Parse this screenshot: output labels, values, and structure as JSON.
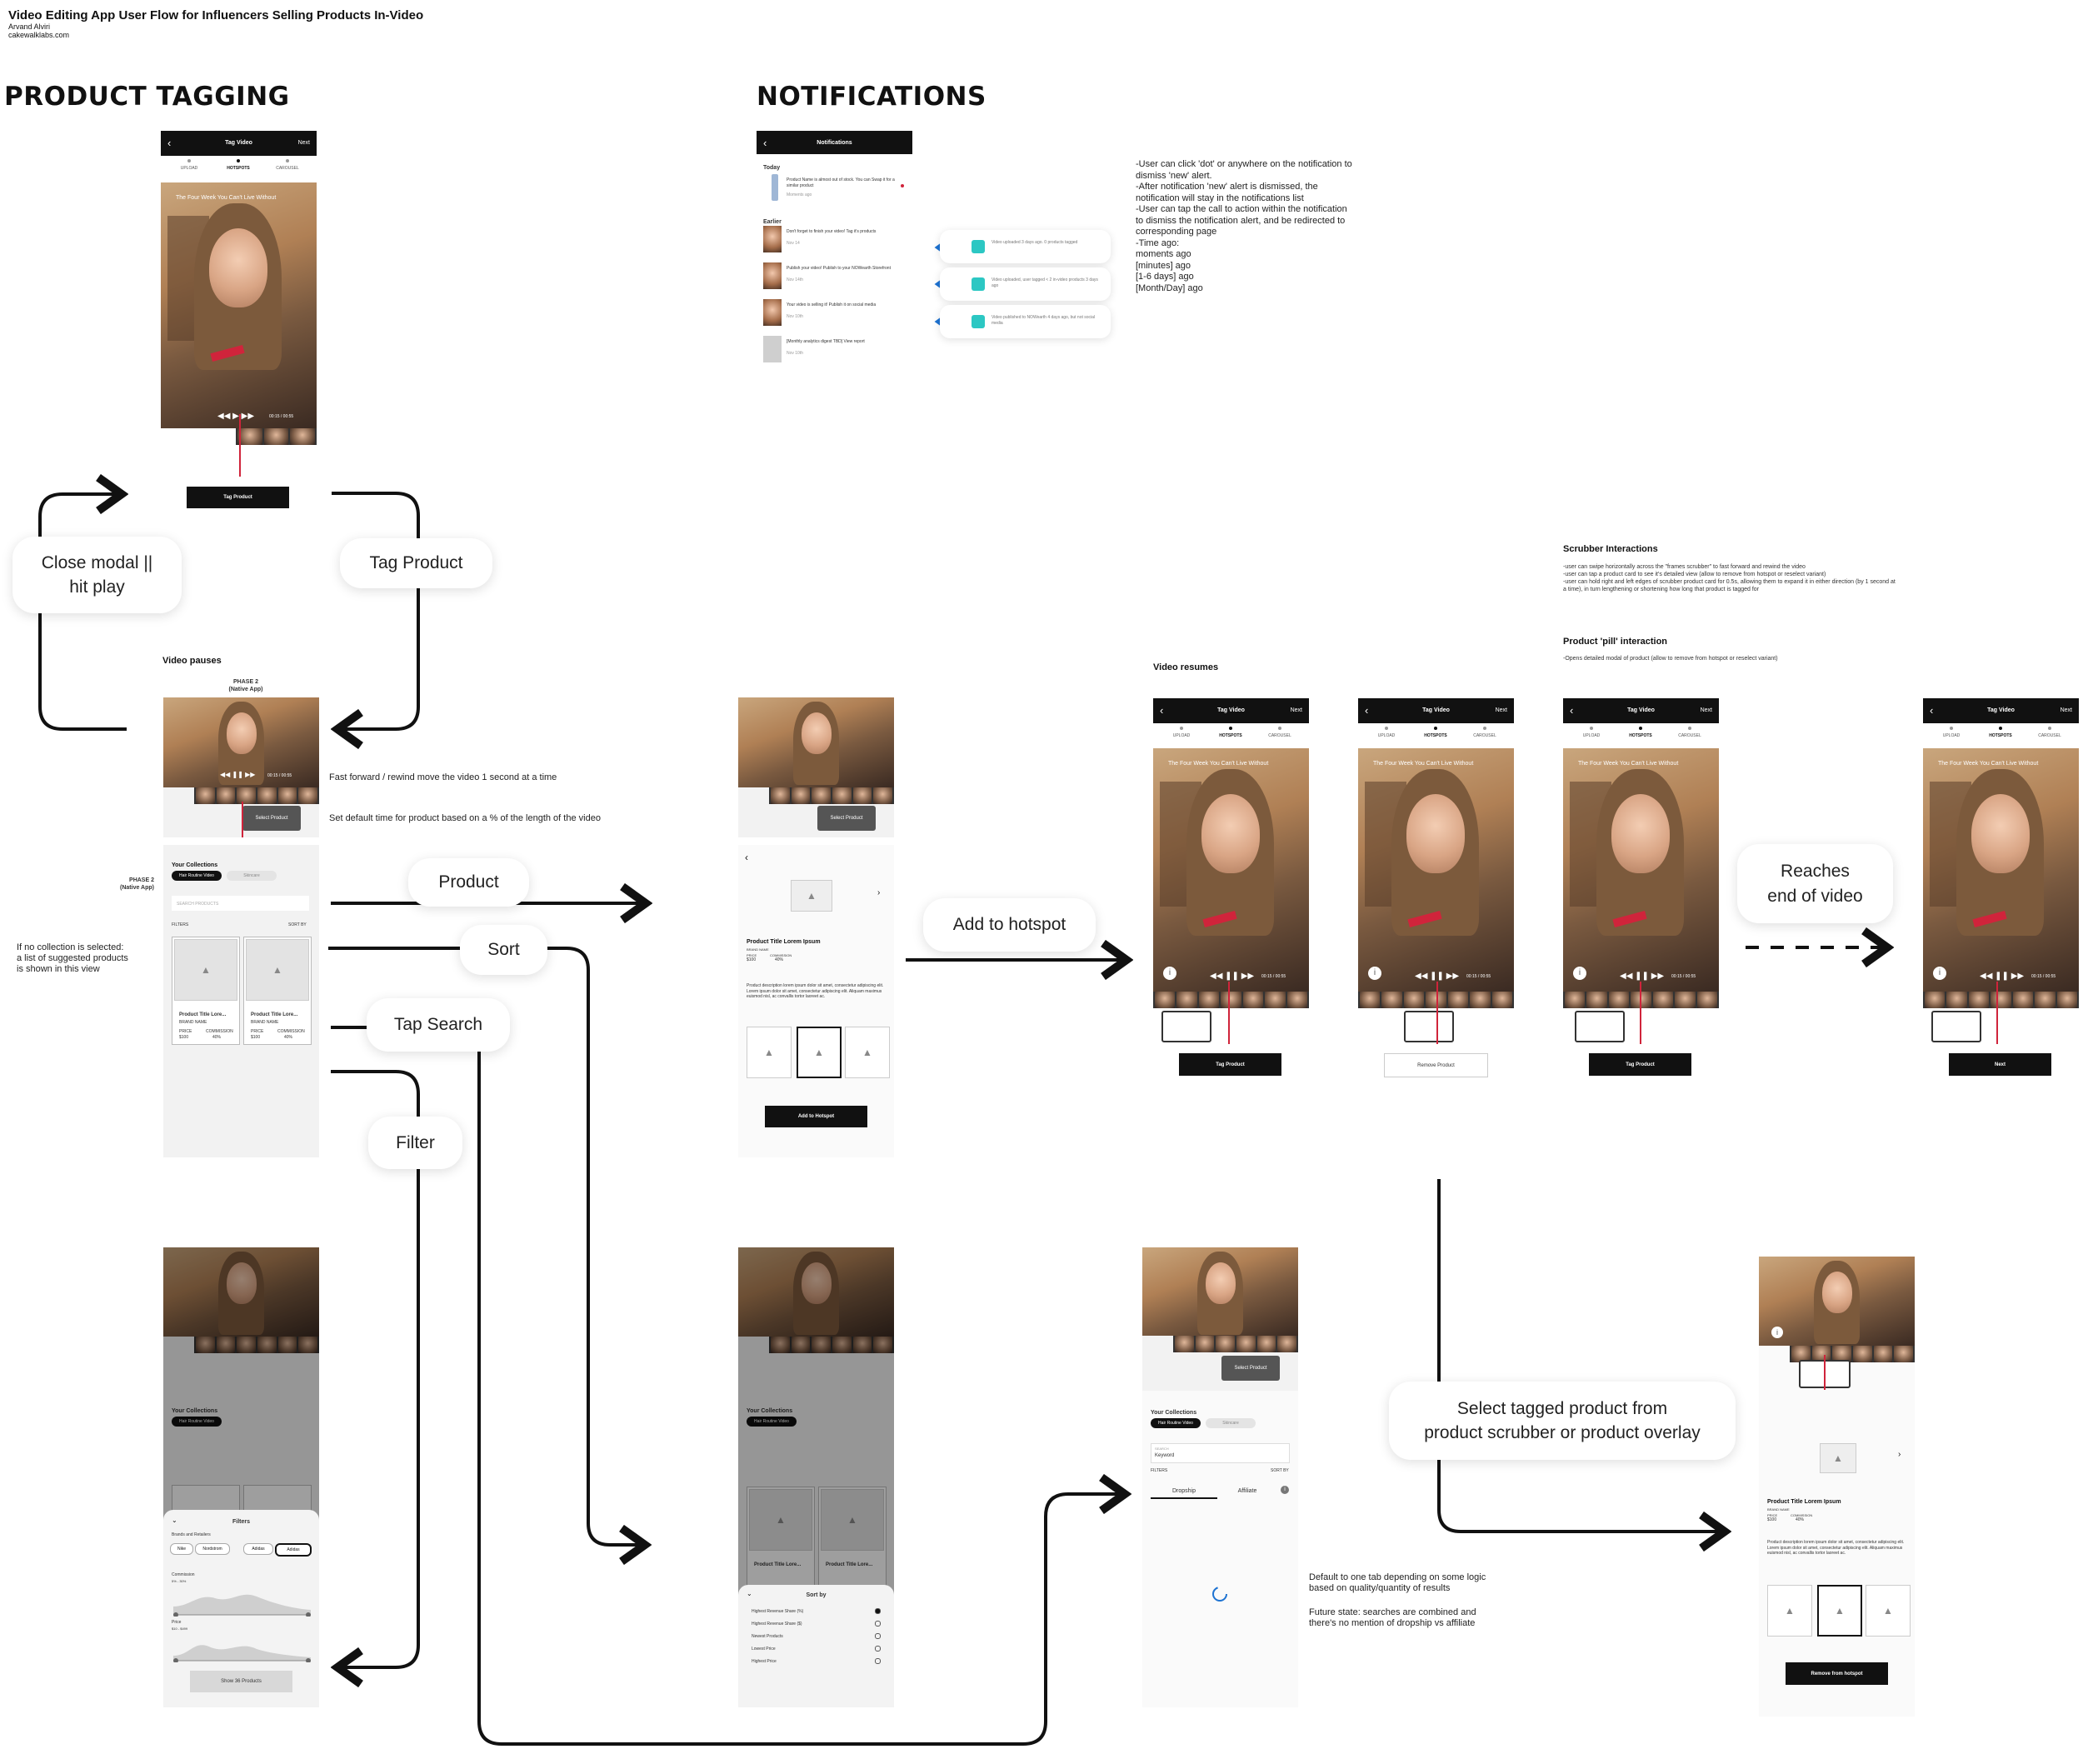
{
  "header": {
    "title": "Video Editing App User Flow for Influencers Selling Products In-Video",
    "author": "Arvand Alviri",
    "site": "cakewalklabs.com"
  },
  "sections": {
    "product_tagging": "PRODUCT TAGGING",
    "notifications": "NOTIFICATIONS"
  },
  "pills": {
    "close_modal": "Close modal ||\nhit play",
    "tag_product": "Tag Product",
    "product": "Product",
    "sort": "Sort",
    "tap_search": "Tap Search",
    "filter": "Filter",
    "add_to_hotspot": "Add to hotspot",
    "reaches_end": "Reaches\nend of video",
    "select_tagged": "Select tagged product from\nproduct scrubber or product overlay"
  },
  "labels": {
    "video_pauses": "Video pauses",
    "video_resumes": "Video resumes",
    "phase2": "PHASE 2\n(Native App)",
    "fast_forward": "Fast forward / rewind move the video 1 second at a time",
    "default_time": "Set default time for product based on a % of the length of the video",
    "no_collection": "If no collection is selected:\na list of suggested products\nis shown in this view",
    "default_tab": "Default to one tab depending on some logic\nbased on quality/quantity of results",
    "future_state": "Future state: searches are combined and\nthere's no mention of dropship vs affiliate"
  },
  "notification_notes": "-User can click 'dot' or anywhere on the notification to dismiss 'new' alert.\n-After notification 'new' alert is dismissed, the notification will stay in the notifications list\n-User can tap the call to action within the notification to dismiss the notification alert, and be redirected to corresponding page\n-Time ago:\n      moments ago\n      [minutes] ago\n      [1-6 days] ago\n      [Month/Day] ago",
  "scrubber": {
    "title": "Scrubber Interactions",
    "body": "-user can swipe horizontally across the \"frames scrubber\" to fast forward and rewind the video\n-user can tap a product card to see it's detailed view (allow to remove from hotspot or reselect variant)\n-user can hold right and left edges of scrubber product card for 0.5s, allowing them to expand it in either direction (by 1 second at a time), in turn lengthening or shortening how long that product is tagged for",
    "pill_title": "Product 'pill' interaction",
    "pill_body": "-Opens detailed modal of product (allow to remove from hotspot or reselect variant)"
  },
  "screen": {
    "tag_video": "Tag Video",
    "next": "Next",
    "steps": [
      "UPLOAD",
      "HOTSPOTS",
      "CAROUSEL"
    ],
    "caption": "The Four Week You Can't Live Without",
    "tag_product_btn": "Tag Product",
    "remove_product_btn": "Remove Product",
    "next_btn": "Next",
    "select_product": "Select Product",
    "your_collections": "Your Collections",
    "chip_active": "Hair Routine Video",
    "chip_other": "Skincare",
    "search_placeholder": "SEARCH PRODUCTS",
    "filters": "FILTERS",
    "sort_by": "SORT BY",
    "product_title": "Product Title Lore...",
    "brand_name": "BRAND NAME",
    "price_lbl": "PRICE",
    "price": "$100",
    "commission_lbl": "COMMISSION",
    "commission": "40%",
    "detail_title": "Product Title Lorem Ipsum",
    "detail_desc": "Product description lorem ipsum dolor sit amet, consectetur adipiscing elit. Lorem ipsum dolor sit amet, consectetur adipiscing elit. Aliquam maximus euismod nisl, ac convallis tortor laoreet ac.",
    "add_to_hotspot_btn": "Add to Hotspot",
    "remove_from_hotspot_btn": "Remove from hotspot",
    "filters_title": "Filters",
    "brands_label": "Brands and Retailers",
    "brand_chips": [
      "Nike",
      "Nordstrom",
      "Adidas",
      "Adidas"
    ],
    "commission_label": "Commission",
    "commission_range": "5% - 30%",
    "price_label": "Price",
    "price_range": "$10 - $499",
    "show_products": "Show 36 Products",
    "sort_title": "Sort by",
    "sort_options": [
      "Highest Revenue Share (%)",
      "Highest Revenue Share ($)",
      "Newest Products",
      "Lowest Price",
      "Highest Price"
    ],
    "search_label": "SEARCH",
    "search_value": "Keyword",
    "tab_dropship": "Dropship",
    "tab_affiliate": "Affiliate",
    "time": "00:15 / 00:55"
  },
  "notifications_screen": {
    "title": "Notifications",
    "today": "Today",
    "earlier": "Earlier",
    "today_item": "Product Name is almost out of stock. You can Swap it for a similar product",
    "today_time": "Moments ago",
    "items": [
      {
        "text": "Don't forget to finish your video! Tag it's products",
        "time": "Nov 14"
      },
      {
        "text": "Publish your video! Publish to your NOWearth Storefront",
        "time": "Nov 14th"
      },
      {
        "text": "Your video is selling it! Publish it on social media",
        "time": "Nov 10th"
      },
      {
        "text": "[Monthly analytics digest TBD] View report",
        "time": "Nov 10th"
      }
    ],
    "cards": [
      "Video uploaded 3 days ago. 0 products tagged",
      "Video uploaded, user tagged < 2 in-video products 3 days ago",
      "Video published to NOWearth 4 days ago, but not social media"
    ]
  },
  "colors": {
    "accent": "#d0243b",
    "teal": "#2cc7c3",
    "link": "#3a7bd5",
    "arrow": "#111111"
  }
}
